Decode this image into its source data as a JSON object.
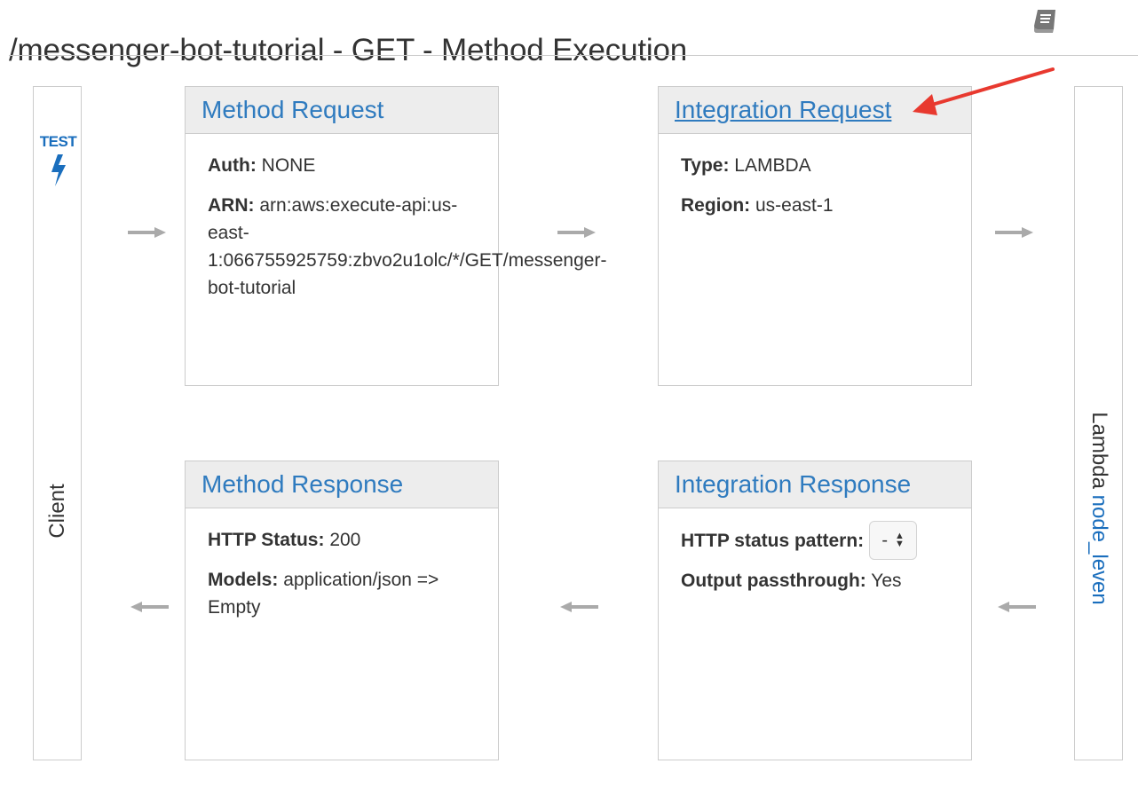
{
  "page": {
    "title": "/messenger-bot-tutorial - GET - Method Execution"
  },
  "icons": {
    "docs": "book-icon",
    "test": "lightning-bolt-icon"
  },
  "client": {
    "test_label": "TEST",
    "label": "Client"
  },
  "lambda": {
    "prefix": "Lambda",
    "function_name": "node_leven"
  },
  "method_request": {
    "title": "Method Request",
    "auth_label": "Auth:",
    "auth_value": "NONE",
    "arn_label": "ARN:",
    "arn_value": "arn:aws:execute-api:us-east-1:066755925759:zbvo2u1olc/*/GET/messenger-bot-tutorial"
  },
  "integration_request": {
    "title": "Integration Request",
    "type_label": "Type:",
    "type_value": "LAMBDA",
    "region_label": "Region:",
    "region_value": "us-east-1"
  },
  "method_response": {
    "title": "Method Response",
    "status_label": "HTTP Status:",
    "status_value": "200",
    "models_label": "Models:",
    "models_value": "application/json => Empty"
  },
  "integration_response": {
    "title": "Integration Response",
    "pattern_label": "HTTP status pattern:",
    "pattern_value": "-",
    "passthrough_label": "Output passthrough:",
    "passthrough_value": "Yes"
  },
  "colors": {
    "link": "#2f7bbf",
    "accent_blue": "#1a6ebd",
    "annotation": "#e8392f",
    "header_bg": "#ededed",
    "arrow_gray": "#aaaaaa"
  }
}
